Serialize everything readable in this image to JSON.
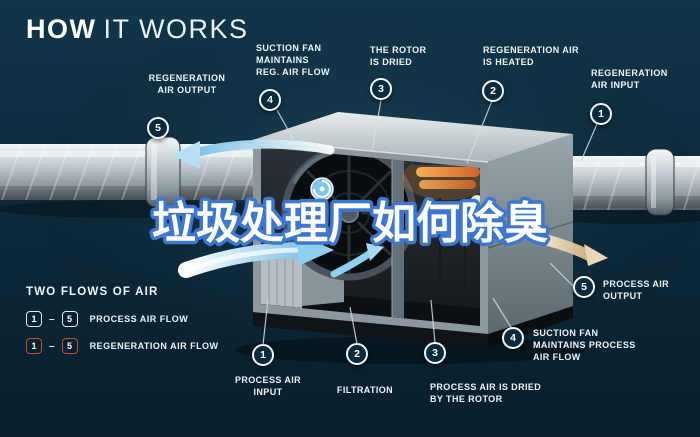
{
  "title": {
    "word_bold": "HOW",
    "word_light": "IT WORKS"
  },
  "overlay": {
    "text": "垃圾处理厂如何除臭"
  },
  "colors": {
    "background": "#0b2433",
    "accent_blue": "#8fd0ef",
    "outline_blue": "#3d77d2",
    "heater_orange": "#ef953e",
    "regen_red": "#c24e2d",
    "tan": "#e6d6b4"
  },
  "callouts": [
    {
      "num": "5",
      "label": "REGENERATION\nAIR OUTPUT"
    },
    {
      "num": "4",
      "label": "SUCTION FAN\nMAINTAINS\nREG. AIR FLOW"
    },
    {
      "num": "3",
      "label": "THE ROTOR\nIS DRIED"
    },
    {
      "num": "2",
      "label": "REGENERATION AIR\nIS HEATED"
    },
    {
      "num": "1",
      "label": "REGENERATION\nAIR INPUT"
    },
    {
      "num": "5",
      "label": "PROCESS AIR\nOUTPUT"
    },
    {
      "num": "4",
      "label": "SUCTION FAN\nMAINTAINS PROCESS\nAIR FLOW"
    },
    {
      "num": "3",
      "label": "PROCESS AIR IS DRIED\nBY THE ROTOR"
    },
    {
      "num": "2",
      "label": "FILTRATION"
    },
    {
      "num": "1",
      "label": "PROCESS AIR\nINPUT"
    }
  ],
  "legend": {
    "heading": "TWO FLOWS OF AIR",
    "dash": "–",
    "items": [
      {
        "start": "1",
        "end": "5",
        "label": "PROCESS AIR FLOW"
      },
      {
        "start": "1",
        "end": "5",
        "label": "REGENERATION AIR FLOW"
      }
    ]
  }
}
